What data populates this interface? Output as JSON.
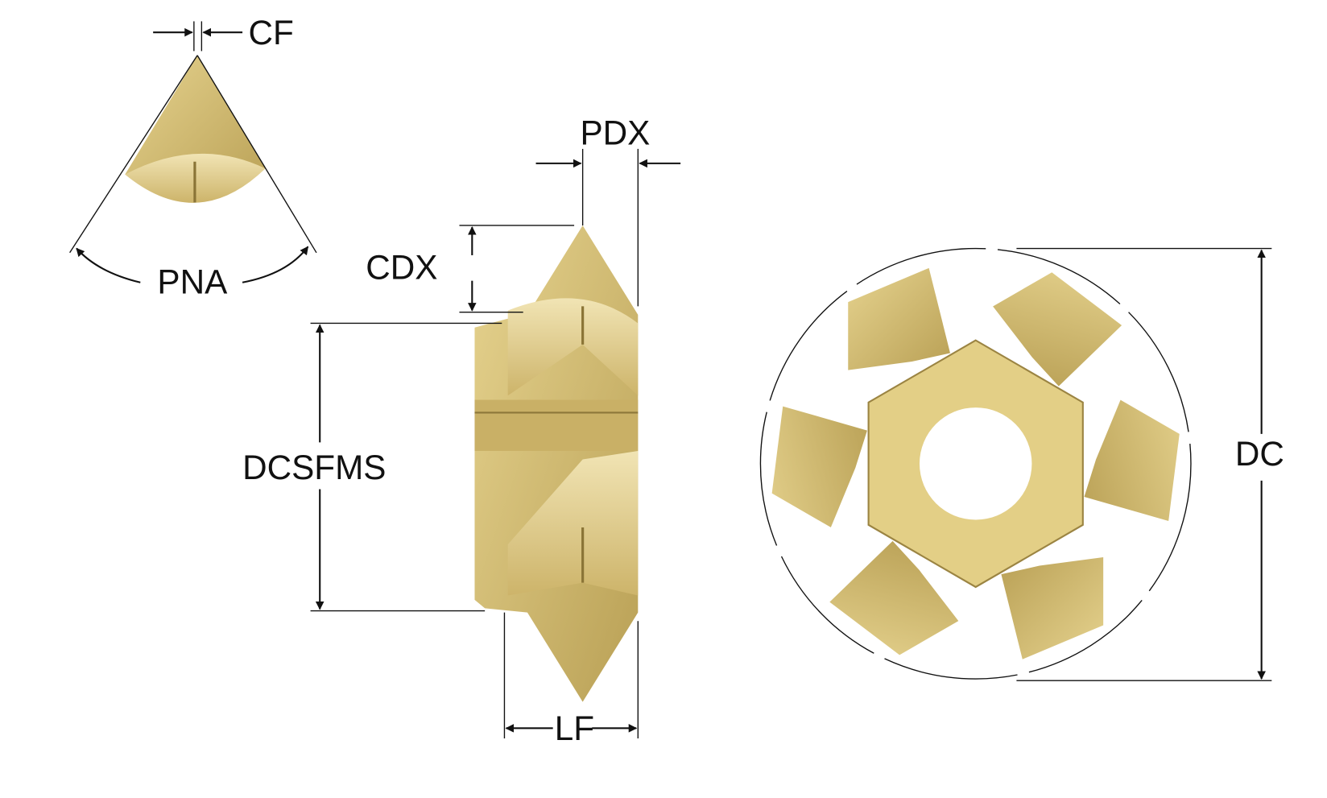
{
  "labels": {
    "cf": "CF",
    "pna": "PNA",
    "pdx": "PDX",
    "cdx": "CDX",
    "dcsfms": "DCSFMS",
    "lf": "LF",
    "dc": "DC"
  },
  "colors": {
    "gold": "#d9c47a",
    "gold_light": "#ecdca0",
    "gold_dark": "#b59c50",
    "line": "#111111"
  }
}
